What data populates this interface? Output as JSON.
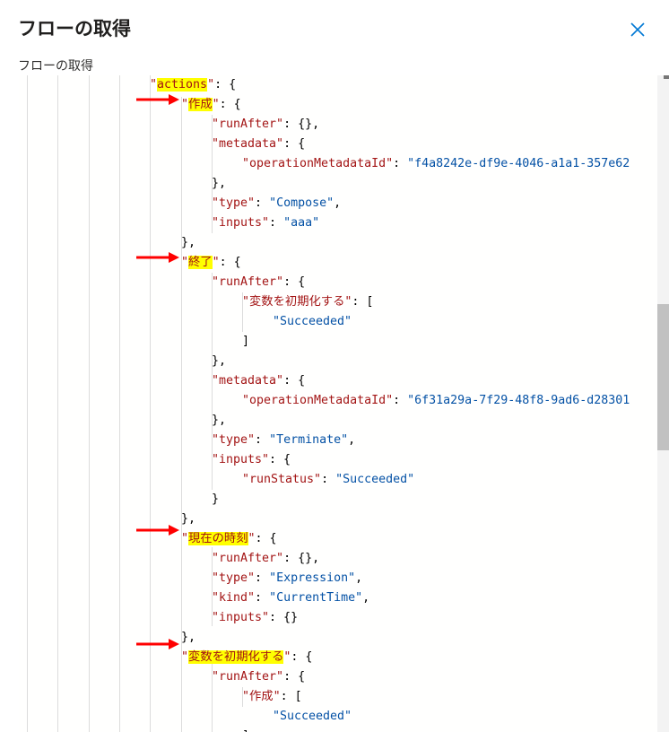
{
  "panel": {
    "title": "フローの取得",
    "section_label": "フローの取得",
    "close_icon": "close-icon"
  },
  "colors": {
    "key": "#a31515",
    "string": "#0451a5",
    "punctuation": "#000000",
    "highlight": "#ffff00",
    "arrow": "#ff0000",
    "close": "#0078d4"
  },
  "code": {
    "lines": [
      [
        {
          "t": "\"",
          "c": "k"
        },
        {
          "t": "actions",
          "c": "k",
          "h": true
        },
        {
          "t": "\"",
          "c": "k"
        },
        {
          "t": ": {",
          "c": "p"
        }
      ],
      [
        {
          "t": "\"",
          "c": "k"
        },
        {
          "t": "作成",
          "c": "k",
          "h": true
        },
        {
          "t": "\"",
          "c": "k"
        },
        {
          "t": ": {",
          "c": "p"
        }
      ],
      [
        {
          "t": "\"runAfter\"",
          "c": "k"
        },
        {
          "t": ": {},",
          "c": "p"
        }
      ],
      [
        {
          "t": "\"metadata\"",
          "c": "k"
        },
        {
          "t": ": {",
          "c": "p"
        }
      ],
      [
        {
          "t": "\"operationMetadataId\"",
          "c": "k"
        },
        {
          "t": ": ",
          "c": "p"
        },
        {
          "t": "\"f4a8242e-df9e-4046-a1a1-357e62",
          "c": "s"
        }
      ],
      [
        {
          "t": "},",
          "c": "p"
        }
      ],
      [
        {
          "t": "\"type\"",
          "c": "k"
        },
        {
          "t": ": ",
          "c": "p"
        },
        {
          "t": "\"Compose\"",
          "c": "s"
        },
        {
          "t": ",",
          "c": "p"
        }
      ],
      [
        {
          "t": "\"inputs\"",
          "c": "k"
        },
        {
          "t": ": ",
          "c": "p"
        },
        {
          "t": "\"aaa\"",
          "c": "s"
        }
      ],
      [
        {
          "t": "},",
          "c": "p"
        }
      ],
      [
        {
          "t": "\"",
          "c": "k"
        },
        {
          "t": "終了",
          "c": "k",
          "h": true
        },
        {
          "t": "\"",
          "c": "k"
        },
        {
          "t": ": {",
          "c": "p"
        }
      ],
      [
        {
          "t": "\"runAfter\"",
          "c": "k"
        },
        {
          "t": ": {",
          "c": "p"
        }
      ],
      [
        {
          "t": "\"変数を初期化する\"",
          "c": "k"
        },
        {
          "t": ": [",
          "c": "p"
        }
      ],
      [
        {
          "t": "\"Succeeded\"",
          "c": "s"
        }
      ],
      [
        {
          "t": "]",
          "c": "p"
        }
      ],
      [
        {
          "t": "},",
          "c": "p"
        }
      ],
      [
        {
          "t": "\"metadata\"",
          "c": "k"
        },
        {
          "t": ": {",
          "c": "p"
        }
      ],
      [
        {
          "t": "\"operationMetadataId\"",
          "c": "k"
        },
        {
          "t": ": ",
          "c": "p"
        },
        {
          "t": "\"6f31a29a-7f29-48f8-9ad6-d28301",
          "c": "s"
        }
      ],
      [
        {
          "t": "},",
          "c": "p"
        }
      ],
      [
        {
          "t": "\"type\"",
          "c": "k"
        },
        {
          "t": ": ",
          "c": "p"
        },
        {
          "t": "\"Terminate\"",
          "c": "s"
        },
        {
          "t": ",",
          "c": "p"
        }
      ],
      [
        {
          "t": "\"inputs\"",
          "c": "k"
        },
        {
          "t": ": {",
          "c": "p"
        }
      ],
      [
        {
          "t": "\"runStatus\"",
          "c": "k"
        },
        {
          "t": ": ",
          "c": "p"
        },
        {
          "t": "\"Succeeded\"",
          "c": "s"
        }
      ],
      [
        {
          "t": "}",
          "c": "p"
        }
      ],
      [
        {
          "t": "},",
          "c": "p"
        }
      ],
      [
        {
          "t": "\"",
          "c": "k"
        },
        {
          "t": "現在の時刻",
          "c": "k",
          "h": true
        },
        {
          "t": "\"",
          "c": "k"
        },
        {
          "t": ": {",
          "c": "p"
        }
      ],
      [
        {
          "t": "\"runAfter\"",
          "c": "k"
        },
        {
          "t": ": {},",
          "c": "p"
        }
      ],
      [
        {
          "t": "\"type\"",
          "c": "k"
        },
        {
          "t": ": ",
          "c": "p"
        },
        {
          "t": "\"Expression\"",
          "c": "s"
        },
        {
          "t": ",",
          "c": "p"
        }
      ],
      [
        {
          "t": "\"kind\"",
          "c": "k"
        },
        {
          "t": ": ",
          "c": "p"
        },
        {
          "t": "\"CurrentTime\"",
          "c": "s"
        },
        {
          "t": ",",
          "c": "p"
        }
      ],
      [
        {
          "t": "\"inputs\"",
          "c": "k"
        },
        {
          "t": ": {}",
          "c": "p"
        }
      ],
      [
        {
          "t": "},",
          "c": "p"
        }
      ],
      [
        {
          "t": "\"",
          "c": "k"
        },
        {
          "t": "変数を初期化する",
          "c": "k",
          "h": true
        },
        {
          "t": "\"",
          "c": "k"
        },
        {
          "t": ": {",
          "c": "p"
        }
      ],
      [
        {
          "t": "\"runAfter\"",
          "c": "k"
        },
        {
          "t": ": {",
          "c": "p"
        }
      ],
      [
        {
          "t": "\"作成\"",
          "c": "k"
        },
        {
          "t": ": [",
          "c": "p"
        }
      ],
      [
        {
          "t": "\"Succeeded\"",
          "c": "s"
        }
      ],
      [
        {
          "t": "],",
          "c": "p"
        }
      ]
    ]
  }
}
